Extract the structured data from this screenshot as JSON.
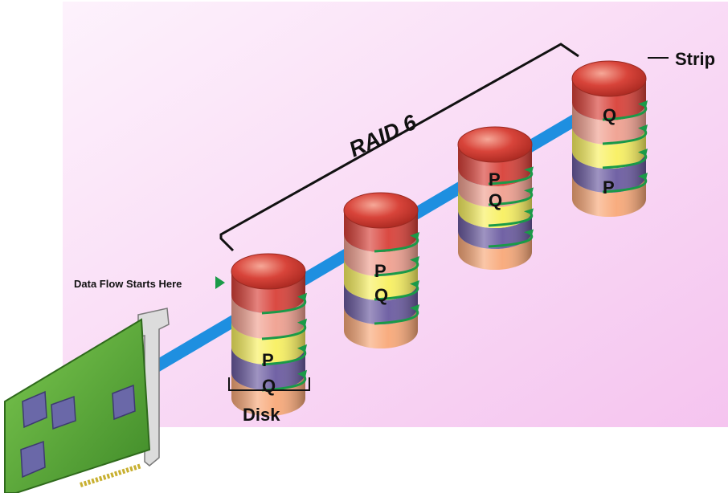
{
  "labels": {
    "raid_level": "RAID 6",
    "strip": "Strip",
    "disk": "Disk",
    "data_flow": "Data Flow Starts Here"
  },
  "disks": [
    {
      "name": "disk-1",
      "bands": [
        "#f0a090",
        "#f8f060",
        "#6a5aa0",
        "#f8a878"
      ],
      "parity": [
        "P",
        "Q"
      ],
      "parity_bands": [
        2,
        3
      ]
    },
    {
      "name": "disk-2",
      "bands": [
        "#f0a090",
        "#f8f060",
        "#6a5aa0",
        "#f8a878"
      ],
      "parity": [
        "P",
        "Q"
      ],
      "parity_bands": [
        1,
        2
      ]
    },
    {
      "name": "disk-3",
      "bands": [
        "#f0a090",
        "#f8f060",
        "#6a5aa0",
        "#f8a878"
      ],
      "parity": [
        "P",
        "Q"
      ],
      "parity_bands": [
        0,
        1
      ]
    },
    {
      "name": "disk-4",
      "bands": [
        "#f0a090",
        "#f8f060",
        "#6a5aa0",
        "#f8a878"
      ],
      "parity": [
        "Q",
        "P"
      ],
      "parity_bands": [
        0,
        3
      ]
    }
  ],
  "colors": {
    "panel_light": "#fde8fb",
    "panel_dark": "#f6c8f0",
    "flow_line": "#1e8fe0",
    "disk_top": "#d84038",
    "arrow": "#1a9a48",
    "card_pcb": "#5aa83a",
    "card_chip": "#6a68a8",
    "bracket": "#d8d8d8"
  },
  "icons": [
    "flow-arrow-icon",
    "spiral-arrow-icon"
  ]
}
